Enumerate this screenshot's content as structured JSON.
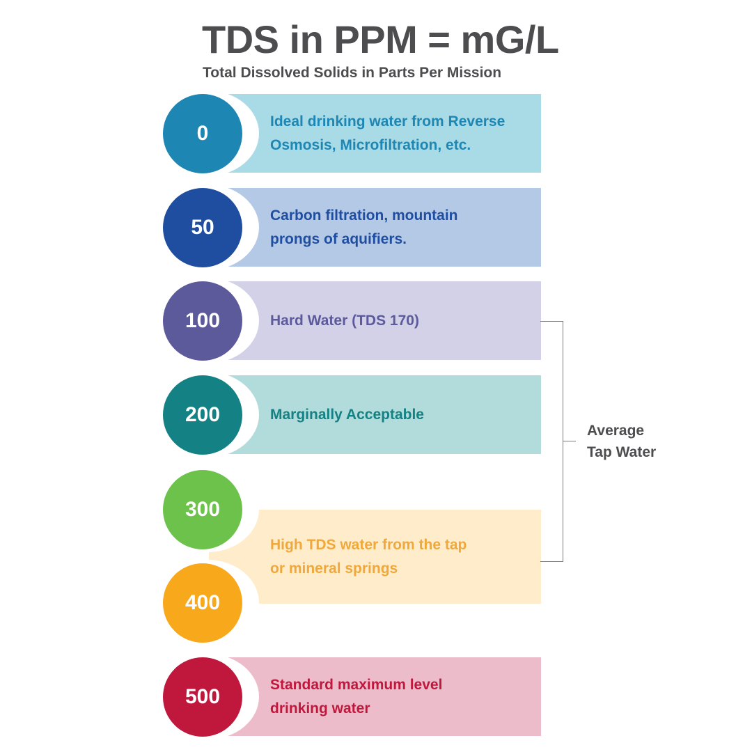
{
  "header": {
    "title": "TDS in PPM = mG/L",
    "subtitle": "Total Dissolved Solids in Parts Per Mission"
  },
  "levels": [
    {
      "value": "0",
      "circle_color": "#1e86b3",
      "band_color": "#a9dbe6",
      "text_color": "#1e86b3"
    },
    {
      "value": "50",
      "circle_color": "#1f4ea1",
      "band_color": "#b4c9e6",
      "text_color": "#1f4ea1"
    },
    {
      "value": "100",
      "circle_color": "#5d5a9b",
      "band_color": "#d2d1e7",
      "text_color": "#5d5a9b"
    },
    {
      "value": "200",
      "circle_color": "#148284",
      "band_color": "#b2dcdb",
      "text_color": "#148284"
    },
    {
      "value": "300",
      "circle_color": "#6cc24a",
      "band_color": "#ffeccb",
      "text_color": "#f0a83a"
    },
    {
      "value": "400",
      "circle_color": "#f8a81b",
      "band_color": "#ffeccb",
      "text_color": "#f0a83a"
    },
    {
      "value": "500",
      "circle_color": "#c0183d",
      "band_color": "#edbccb",
      "text_color": "#c0183d"
    }
  ],
  "descriptions": {
    "d0": {
      "line1": "Ideal drinking water from Reverse",
      "line2": "Osmosis, Microfiltration, etc."
    },
    "d50": {
      "line1": "Carbon filtration, mountain",
      "line2": "prongs of aquifiers."
    },
    "d100": {
      "line1": "Hard Water (TDS 170)"
    },
    "d200": {
      "line1": "Marginally Acceptable"
    },
    "d300_400": {
      "line1": "High TDS water from the tap",
      "line2": "or mineral springs"
    },
    "d500": {
      "line1": "Standard maximum level",
      "line2": "drinking water"
    }
  },
  "bracket": {
    "line1": "Average",
    "line2": "Tap Water"
  }
}
